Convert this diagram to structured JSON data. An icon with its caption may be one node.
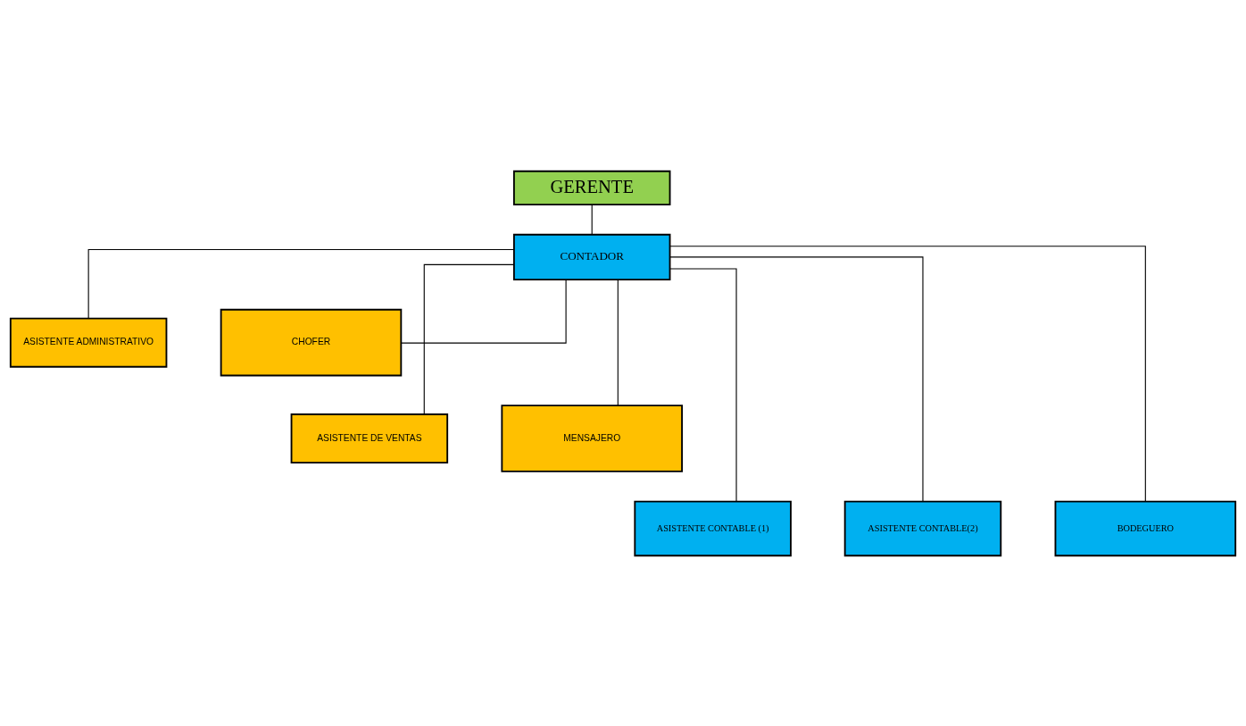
{
  "diagram": {
    "nodes": [
      {
        "text": [
          "GERENTE"
        ]
      },
      {
        "text": [
          "CONTADOR"
        ]
      },
      {
        "text": [
          "ASISTENTE ADMINISTRATIVO"
        ]
      },
      {
        "text": [
          "CHOFER"
        ]
      },
      {
        "text": [
          "ASISTENTE DE VENTAS"
        ]
      },
      {
        "text": [
          "MENSAJERO"
        ]
      },
      {
        "text": [
          "ASISTENTE CONTABLE (1)"
        ]
      },
      {
        "text": [
          "ASISTENTE CONTABLE(2)"
        ]
      },
      {
        "text": [
          "BODEGUERO"
        ]
      }
    ],
    "edges": [
      {
        "from": 0,
        "to": 1,
        "arrow": "none"
      },
      {
        "from": 1,
        "to": 2,
        "arrow": "none"
      },
      {
        "from": 1,
        "to": 3,
        "arrow": "none"
      },
      {
        "from": 1,
        "to": 4,
        "arrow": "none"
      },
      {
        "from": 1,
        "to": 5,
        "arrow": "none"
      },
      {
        "from": 1,
        "to": 6,
        "arrow": "none"
      },
      {
        "from": 1,
        "to": 7,
        "arrow": "none"
      },
      {
        "from": 1,
        "to": 8,
        "arrow": "none"
      }
    ]
  }
}
